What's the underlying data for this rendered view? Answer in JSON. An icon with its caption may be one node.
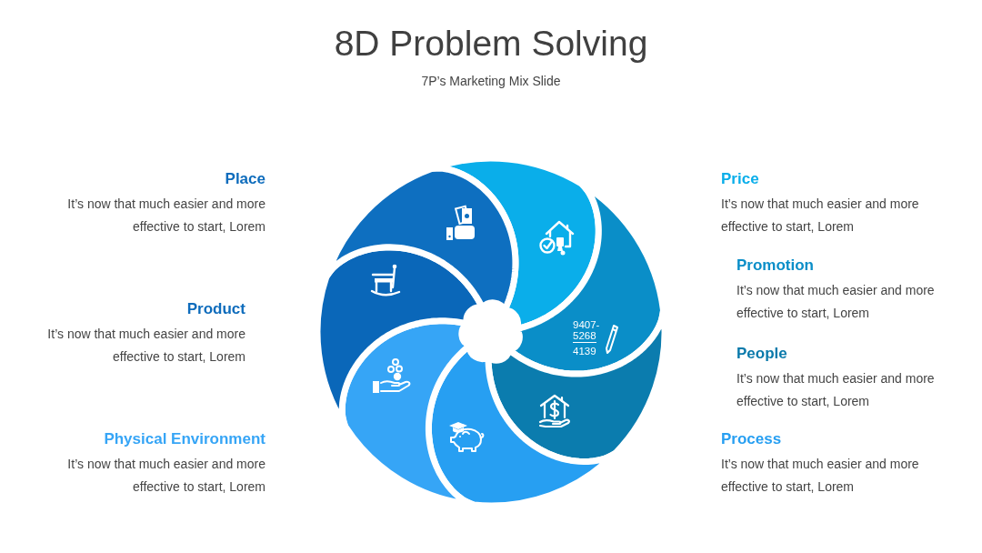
{
  "diagram": {
    "title": "8D Problem Solving",
    "labels": [
      "7P’s Marketing Mix Slide",
      "Place",
      "It’s now that much easier and more effective to start, Lorem",
      "Price",
      "It’s now that much easier and more effective to start, Lorem",
      "Promotion",
      "It’s now that much easier and more effective to start, Lorem",
      "Product",
      "It’s now that much easier and more effective to start, Lorem",
      "9407-",
      "5268",
      "4139",
      "People",
      "It’s now that much easier and more effective to start, Lorem",
      "Physical Environment",
      "It’s now that much easier and more effective to start, Lorem",
      "Process",
      "It’s now that much easier and more effective to start, Lorem"
    ]
  }
}
